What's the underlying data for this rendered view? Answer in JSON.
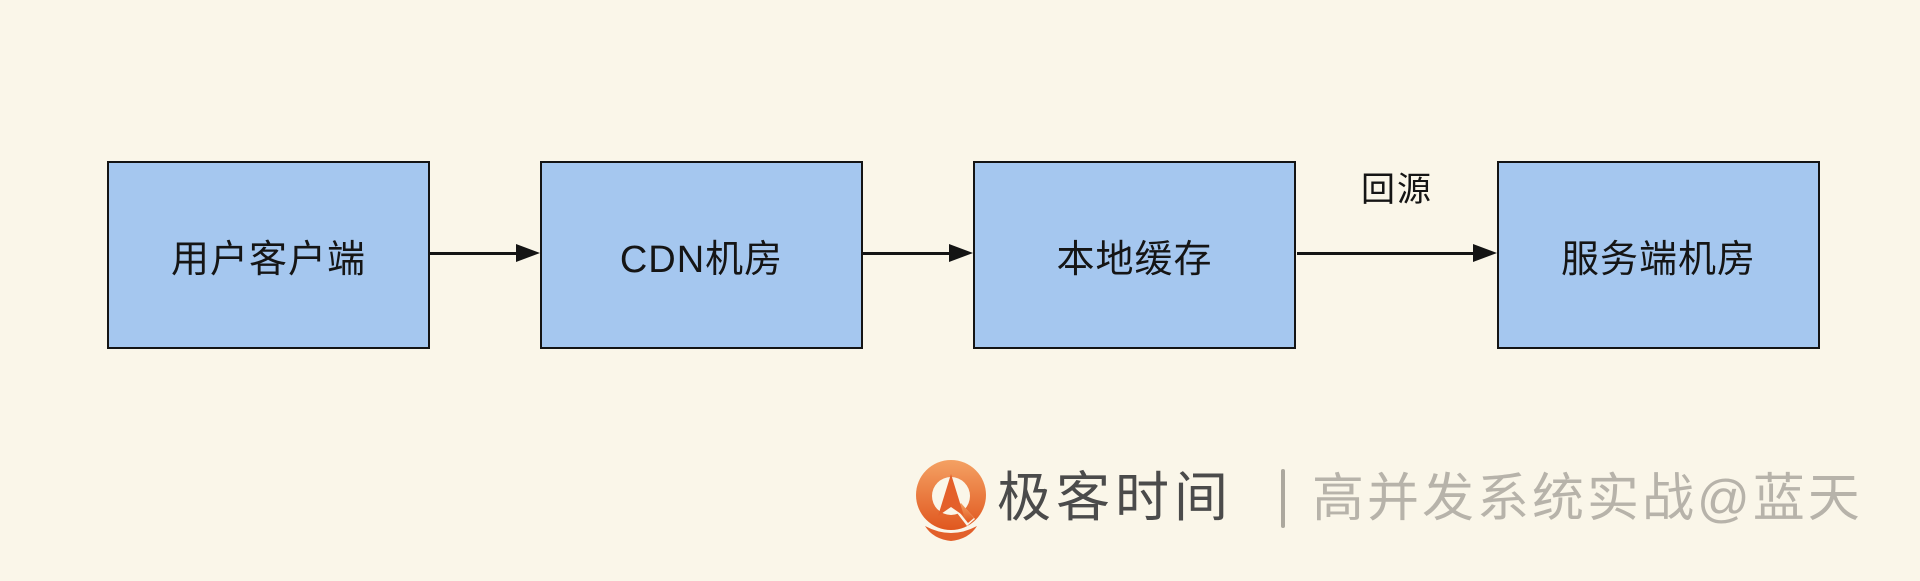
{
  "diagram": {
    "type": "flowchart",
    "direction": "left-to-right",
    "nodes": [
      {
        "label": "用户客户端"
      },
      {
        "label": "CDN机房"
      },
      {
        "label": "本地缓存"
      },
      {
        "label": "服务端机房"
      }
    ],
    "edges": [
      {
        "from": "用户客户端",
        "to": "CDN机房",
        "label": ""
      },
      {
        "from": "CDN机房",
        "to": "本地缓存",
        "label": ""
      },
      {
        "from": "本地缓存",
        "to": "服务端机房",
        "label": "回源"
      }
    ],
    "colors": {
      "background": "#FAF6E9",
      "node_fill": "#A5C7EF",
      "node_border": "#141414",
      "arrow": "#141414",
      "node_text": "#151515"
    }
  },
  "watermark": {
    "logo_icon": "geektime-logo",
    "brand": "极客时间",
    "separator": "｜",
    "credit": "高并发系统实战@蓝天",
    "colors": {
      "logo_orange_top": "#F4A163",
      "logo_orange_bottom": "#E0571F",
      "brand_text": "#4B4B4B",
      "separator_bar": "#ACA89E",
      "credit_text": "#B7B3AA"
    }
  }
}
